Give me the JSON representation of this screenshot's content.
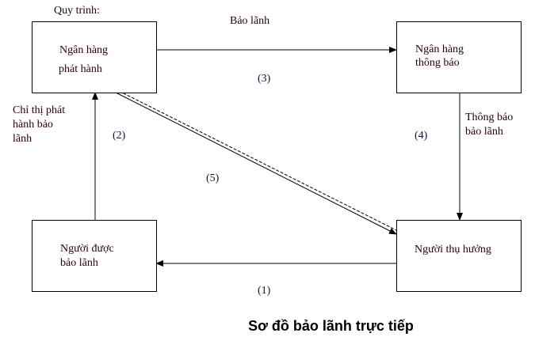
{
  "header": {
    "process_label": "Quy trình:"
  },
  "nodes": {
    "issuing_bank": {
      "line1": "Ngân hàng",
      "line2": "phát hành"
    },
    "advising_bank": {
      "line1": "Ngân hàng",
      "line2": "thông báo"
    },
    "applicant": {
      "line1": "Người được",
      "line2": "bảo lãnh"
    },
    "beneficiary": {
      "line1": "Người thụ hưởng"
    }
  },
  "edges": {
    "guarantee": {
      "label": "Bảo lãnh",
      "step": "(3)"
    },
    "instruction": {
      "line1": "Chỉ thị phát",
      "line2": "hành bảo",
      "line3": "lãnh",
      "step": "(2)"
    },
    "notify": {
      "line1": "Thông báo",
      "line2": "bảo lãnh",
      "step": "(4)"
    },
    "direct": {
      "step": "(5)"
    },
    "contract": {
      "step": "(1)"
    }
  },
  "caption": "Sơ đồ bảo lãnh trực tiếp"
}
